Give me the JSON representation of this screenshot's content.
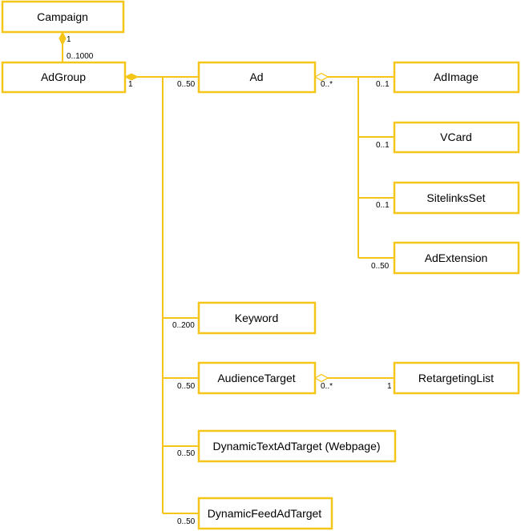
{
  "colors": {
    "accent": "#f5c518",
    "text": "#000000",
    "background": "#ffffff"
  },
  "entities": {
    "campaign": "Campaign",
    "adgroup": "AdGroup",
    "ad": "Ad",
    "adimage": "AdImage",
    "vcard": "VCard",
    "sitelinksset": "SitelinksSet",
    "adextension": "AdExtension",
    "keyword": "Keyword",
    "audiencetarget": "AudienceTarget",
    "retargetinglist": "RetargetingList",
    "dynamictextadtarget": "DynamicTextAdTarget (Webpage)",
    "dynamicfeedadtarget": "DynamicFeedAdTarget"
  },
  "multiplicities": {
    "campaign_side": "1",
    "adgroup_from_campaign": "0..1000",
    "adgroup_side": "1",
    "ad": "0..50",
    "ad_side": "0..*",
    "adimage": "0..1",
    "vcard": "0..1",
    "sitelinksset": "0..1",
    "adextension": "0..50",
    "keyword": "0..200",
    "audiencetarget": "0..50",
    "audiencetarget_side": "0..*",
    "retargetinglist": "1",
    "dynamictextadtarget": "0..50",
    "dynamicfeedadtarget": "0..50"
  }
}
